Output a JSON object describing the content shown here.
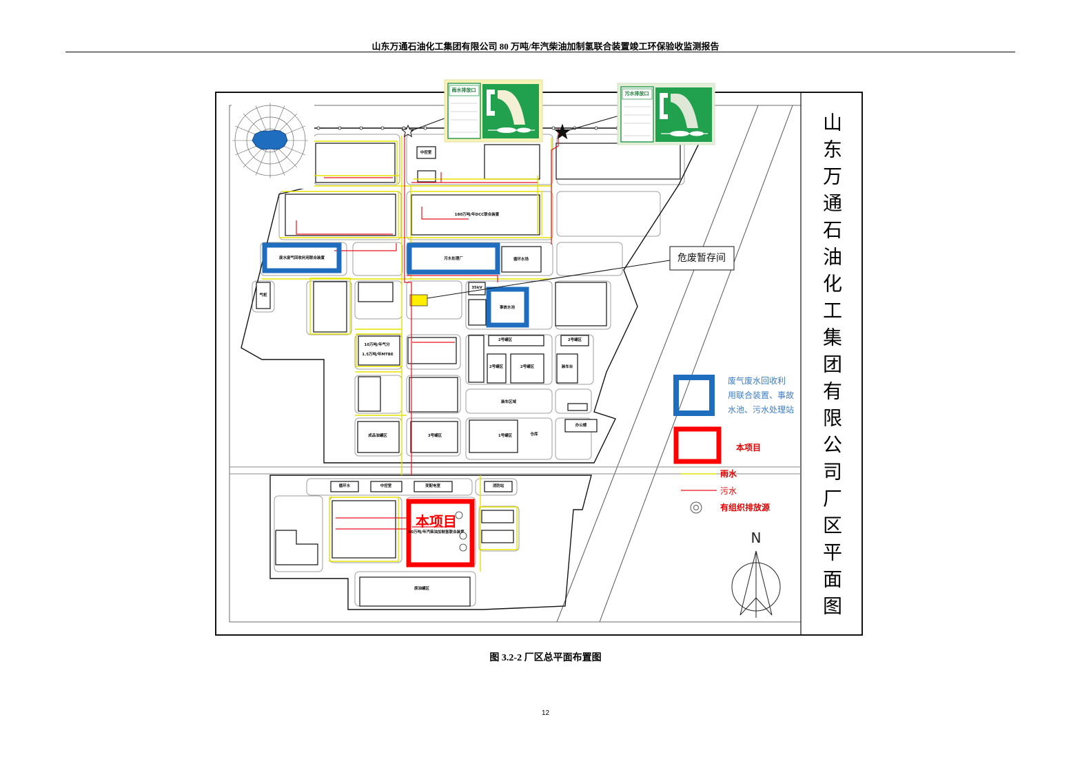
{
  "header": {
    "title": "山东万通石油化工集团有限公司 80 万吨/年汽柴油加制氢联合装置竣工环保验收监测报告"
  },
  "figure": {
    "title_vertical": "山东万通石油化工集团有限公司厂区平面图",
    "callout": "危废暂存间",
    "signs": {
      "rain": "雨水排放口",
      "sewage": "污水排放口"
    },
    "this_project_mark": "本项目",
    "units": {
      "control_top": "中控室",
      "dcc": "180万吨/年DCC联合装置",
      "waste_gas_water": "废水废气回收利用联合装置",
      "sewage_plant": "污水处理厂",
      "circulating_water": "循环水场",
      "gas_holder": "气柜",
      "substation_kv": "35kV",
      "accident_pool": "事故水池",
      "tank2_a": "2号罐区",
      "tank2_b": "2号罐区",
      "tank2_c": "2号罐区",
      "tank2_d": "2号罐区",
      "loading_platform": "装车台",
      "gas_fraction": "10万吨/年气分",
      "mtbe": "1.5万吨/年MTBE",
      "loading_area": "装车区域",
      "product_tank": "成品油罐区",
      "tank3": "3号罐区",
      "tank1": "1号罐区",
      "warehouse": "仓库",
      "office": "办公楼",
      "circ_water_lower": "循环水",
      "control_lower": "中控室",
      "distribution": "变配电室",
      "fire_station": "消防站",
      "this_project_unit": "80万吨/年汽柴油加制氢联合装置",
      "crude_tank": "原油罐区"
    },
    "legend": {
      "blue_box": [
        "废气废水回收利",
        "用联合装置、事故",
        "水池、污水处理站"
      ],
      "red_box": "本项目",
      "rain": "雨水",
      "sewage": "污水",
      "emission": "有组织排放源"
    },
    "north": "N"
  },
  "caption": "图 3.2-2 厂区总平面布置图",
  "page_number": "12",
  "colors": {
    "rain_line": "#e6e200",
    "sewage_line": "#e8101a",
    "highlight_blue": "#1f6dbf",
    "highlight_red": "#ff0000",
    "sign_green": "#21a04d",
    "wind_rose": "#1f6dbf"
  }
}
